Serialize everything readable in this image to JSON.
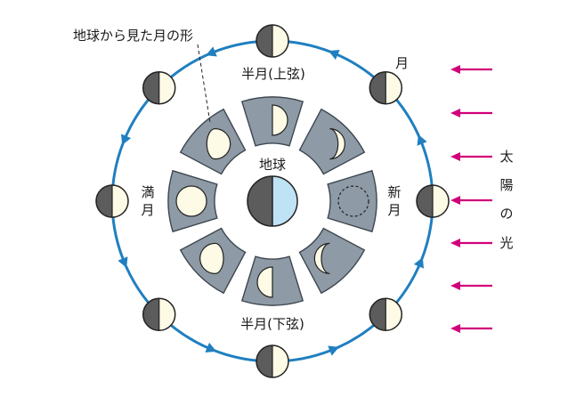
{
  "labels": {
    "moon_shape_caption": "地球から見た月の形",
    "earth": "地球",
    "moon": "月",
    "first_quarter": "半月(上弦)",
    "last_quarter": "半月(下弦)",
    "full_moon_1": "満",
    "full_moon_2": "月",
    "new_moon_1": "新",
    "new_moon_2": "月",
    "sunlight": [
      "太",
      "陽",
      "の",
      "光"
    ]
  },
  "colors": {
    "orbit": "#1f7fc0",
    "sun_arrow": "#d1007a",
    "moon_lit": "#fdfbe6",
    "moon_dark": "#5c5c5c",
    "panel": "#8e9aa6",
    "panel_stroke": "#3d4750",
    "earth_day": "#bfe2f5",
    "earth_night": "#5c5c5c"
  },
  "sun_direction": "right",
  "orbit_direction": "counterclockwise"
}
